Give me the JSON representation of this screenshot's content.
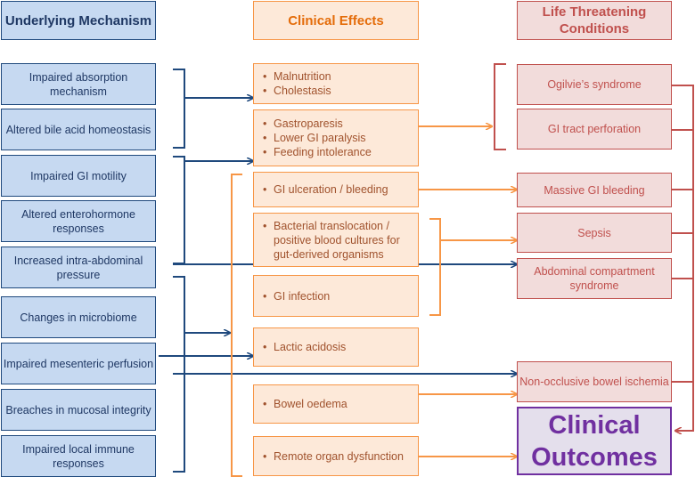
{
  "headers": {
    "mechanism": "Underlying Mechanism",
    "effects": "Clinical Effects",
    "conditions": "Life Threatening Conditions"
  },
  "mechanisms": [
    "Impaired absorption mechanism",
    "Altered bile acid homeostasis",
    "Impaired GI motility",
    "Altered enterohormone responses",
    "Increased intra-abdominal pressure",
    "Changes in microbiome",
    "Impaired mesenteric perfusion",
    "Breaches in mucosal integrity",
    "Impaired local immune responses"
  ],
  "effects": [
    [
      "Malnutrition",
      "Cholestasis"
    ],
    [
      "Gastroparesis",
      "Lower GI paralysis",
      "Feeding intolerance"
    ],
    [
      "GI ulceration / bleeding"
    ],
    [
      "Bacterial translocation / positive blood cultures for gut-derived organisms"
    ],
    [
      "GI infection"
    ],
    [
      "Lactic acidosis"
    ],
    [
      "Bowel oedema"
    ],
    [
      "Remote organ dysfunction"
    ]
  ],
  "conditions": [
    "Ogilvie’s syndrome",
    "GI tract perforation",
    "Massive GI bleeding",
    "Sepsis",
    "Abdominal compartment syndrome",
    "Non-occlusive bowel ischemia"
  ],
  "outcome": "Clinical Outcomes",
  "colors": {
    "blue_fill": "#c6d9f1",
    "blue_line": "#1f497d",
    "orange_fill": "#fde9d9",
    "orange_line": "#f79646",
    "red_fill": "#f2dcdb",
    "red_line": "#c0504d",
    "purple_fill": "#e4dfec",
    "purple_line": "#7030a0"
  }
}
